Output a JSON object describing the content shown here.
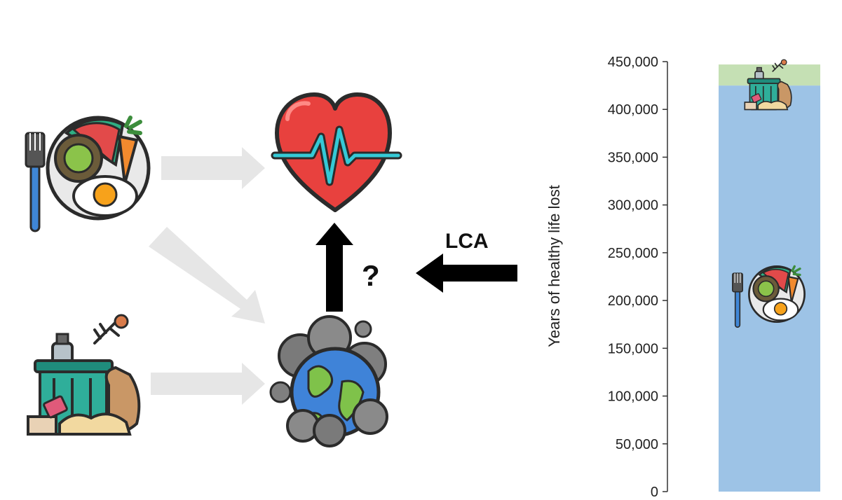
{
  "diagram": {
    "nodes": [
      {
        "id": "diet",
        "icon": "food-plate-icon"
      },
      {
        "id": "food-waste",
        "icon": "food-waste-icon"
      },
      {
        "id": "health",
        "icon": "heart-rate-icon"
      },
      {
        "id": "environment",
        "icon": "polluted-earth-icon"
      }
    ],
    "edges": [
      {
        "from": "diet",
        "to": "health",
        "style": "light"
      },
      {
        "from": "diet",
        "to": "environment",
        "style": "light"
      },
      {
        "from": "food-waste",
        "to": "environment",
        "style": "light"
      },
      {
        "from": "environment",
        "to": "health",
        "style": "bold",
        "label": "?"
      },
      {
        "from": "chart",
        "to": "environment",
        "style": "bold",
        "label": "LCA"
      }
    ],
    "lca_label": "LCA",
    "question_label": "?",
    "colors": {
      "light_arrow": "#e6e6e6",
      "bold_arrow": "#000000"
    }
  },
  "chart_data": {
    "type": "bar",
    "stacked": true,
    "ylabel": "Years of healthy life lost",
    "ylim": [
      0,
      450000
    ],
    "y_ticks": [
      "0",
      "50,000",
      "100,000",
      "150,000",
      "200,000",
      "250,000",
      "300,000",
      "350,000",
      "400,000",
      "450,000"
    ],
    "y_tick_values": [
      0,
      50000,
      100000,
      150000,
      200000,
      250000,
      300000,
      350000,
      400000,
      450000
    ],
    "segments": [
      {
        "icon": "food-plate-icon",
        "value": 425000,
        "color": "#9dc3e6"
      },
      {
        "icon": "food-waste-icon",
        "value": 22000,
        "color": "#c5e0b4"
      }
    ]
  }
}
